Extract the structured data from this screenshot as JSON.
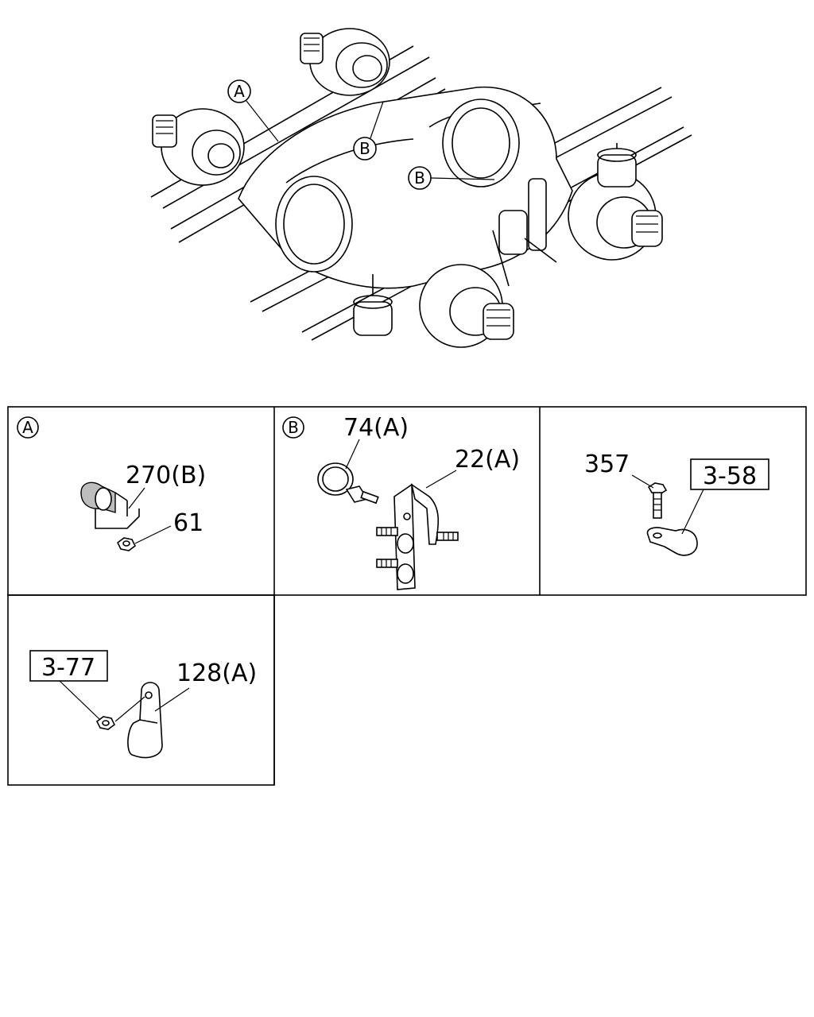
{
  "overview": {
    "callouts": [
      {
        "id": "A",
        "label": "A"
      },
      {
        "id": "B1",
        "label": "B"
      },
      {
        "id": "B2",
        "label": "B"
      }
    ]
  },
  "panels": {
    "a": {
      "title": "A",
      "parts": [
        {
          "label": "270(B)"
        },
        {
          "label": "61"
        }
      ]
    },
    "b": {
      "title": "B",
      "parts": [
        {
          "label": "74(A)"
        },
        {
          "label": "22(A)"
        }
      ]
    },
    "c": {
      "parts": [
        {
          "label": "357"
        }
      ],
      "refs": [
        {
          "label": "3-58"
        }
      ]
    },
    "d": {
      "parts": [
        {
          "label": "128(A)"
        }
      ],
      "refs": [
        {
          "label": "3-77"
        }
      ]
    }
  }
}
